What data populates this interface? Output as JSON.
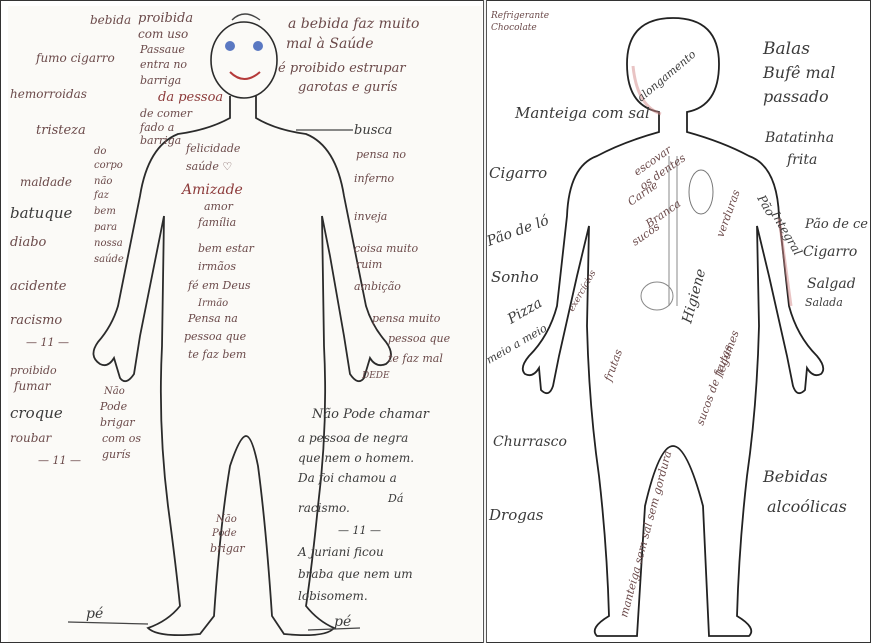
{
  "left": {
    "top_left": [
      "bebida",
      "proibida",
      "com uso",
      "Passaue",
      "entra no",
      "barriga",
      "da pessoa",
      "de comer",
      "fado a",
      "barriga"
    ],
    "top_right": [
      "a bebida faz muito",
      "mal à Saúde",
      "é proibido estrupar",
      "garotas e gurís"
    ],
    "arrow_label": "busca",
    "side_left": [
      "fumo cigarro",
      "hemorroidas",
      "tristeza",
      "maldade",
      "batuque",
      "diabo",
      "acidente",
      "racismo",
      "— 11 —",
      "proibido",
      "fumar",
      "croque",
      "roubar",
      "— 11 —"
    ],
    "side_left_small": [
      "do",
      "corpo",
      "não",
      "faz",
      "bem",
      "para",
      "nossa",
      "saúde"
    ],
    "torso": [
      "felicidade",
      "saúde ♡",
      "Amizade",
      "amor",
      "família",
      "bem estar",
      "irmãos",
      "fé em Deus",
      "Irmão",
      "Pensa na",
      "pessoa que",
      "te faz bem"
    ],
    "side_right": [
      "pensa no",
      "inferno",
      "inveja",
      "coisa muito",
      "ruim",
      "ambição",
      "pensa muito",
      "pessoa que",
      "te faz mal",
      "DEDE"
    ],
    "hand_notes": [
      "Não",
      "Pode",
      "brigar",
      "com os",
      "gurís"
    ],
    "bottom_right": [
      "Não Pode chamar",
      "a pessoa de negra",
      "que nem o homem.",
      "Da foi chamou a",
      "Dá",
      "racismo.",
      "— 11 —",
      "A juriani ficou",
      "braba que nem um",
      "lobisomem."
    ],
    "legs": [
      "Não",
      "Pode",
      "brigar"
    ],
    "feet": [
      "pé",
      "pé"
    ]
  },
  "right": {
    "corner": [
      "Refrigerante",
      "Chocolate"
    ],
    "labels": [
      "Balas",
      "Bufê mal",
      "passado",
      "Manteiga com sal",
      "alongamento",
      "Batatinha",
      "frita",
      "Cigarro",
      "Pão de ló",
      "Sonho",
      "Pão de cer",
      "Cigarro",
      "Salgad",
      "Pizza",
      "meio a meio",
      "Churrasco",
      "Drogas",
      "Bebidas",
      "alcoólicas",
      "Pão",
      "Integral",
      "Salada"
    ],
    "body_labels": [
      "escovar",
      "os dentes",
      "Carne",
      "Branca",
      "sucos",
      "Higiene",
      "exercícios",
      "verduras",
      "frutas",
      "legumes",
      "sucos de frutas",
      "manteiga sem sal sem gordura"
    ]
  }
}
